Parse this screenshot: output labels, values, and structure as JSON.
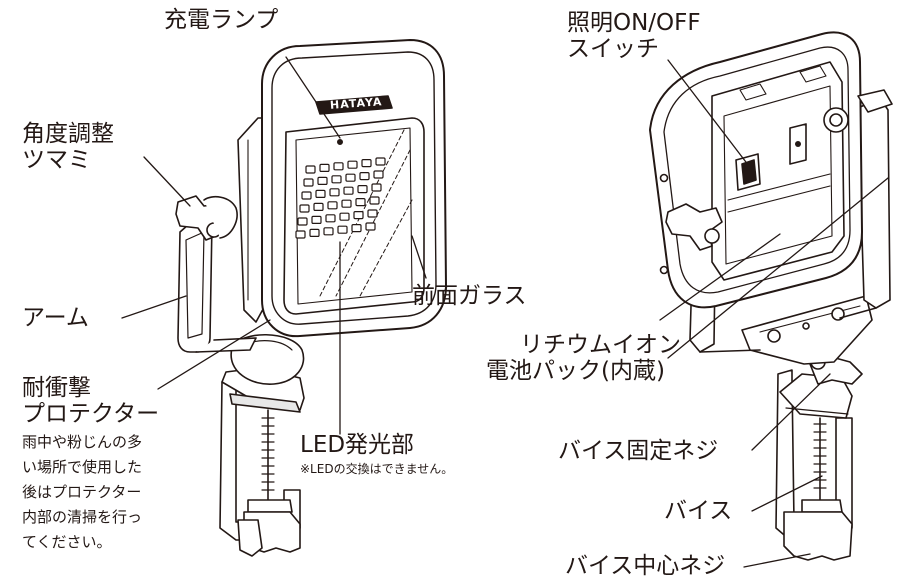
{
  "labels": {
    "charge_lamp": "充電ランプ",
    "angle_knob_1": "角度調整",
    "angle_knob_2": "ツマミ",
    "arm": "アーム",
    "protector_1": "耐衝撃",
    "protector_2": "プロテクター",
    "protector_note": [
      "雨中や粉じんの多",
      "い場所で使用した",
      "後はプロテクター",
      "内部の清掃を行っ",
      "てください。"
    ],
    "led_unit": "LED発光部",
    "led_note": "※LEDの交換はできません。",
    "front_glass": "前面ガラス",
    "switch_1": "照明ON/OFF",
    "switch_2": "スイッチ",
    "battery_1": "リチウムイオン",
    "battery_2": "電池パック(内蔵)",
    "vise_screw": "バイス固定ネジ",
    "vise": "バイス",
    "vise_center_screw": "バイス中心ネジ"
  },
  "brand": "HATAYA"
}
